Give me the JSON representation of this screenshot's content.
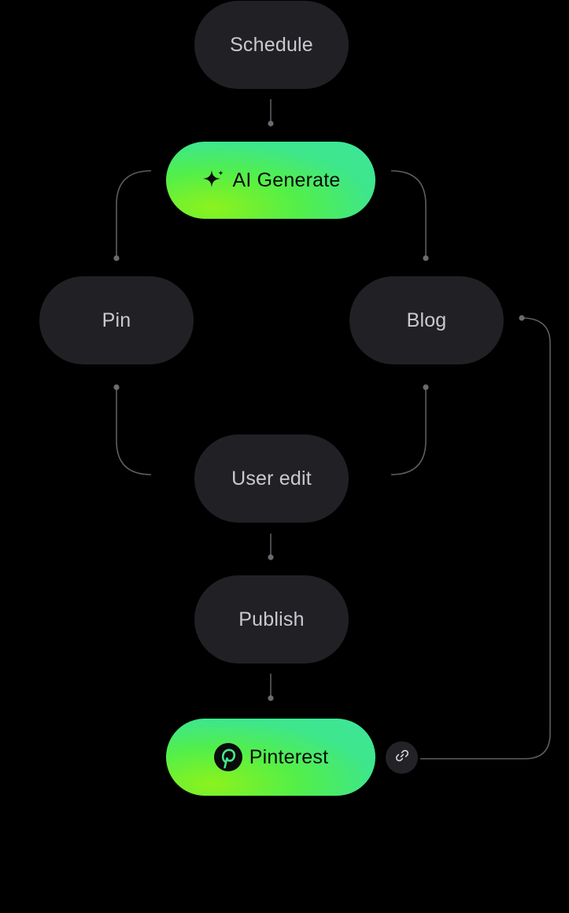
{
  "nodes": {
    "schedule": "Schedule",
    "ai_generate": "AI Generate",
    "pin": "Pin",
    "blog": "Blog",
    "user_edit": "User edit",
    "publish": "Publish",
    "pinterest": "Pinterest"
  },
  "icons": {
    "ai_generate": "sparkle-icon",
    "pinterest": "pinterest-logo-icon",
    "link": "link-icon"
  },
  "colors": {
    "background": "#000000",
    "node_dark": "#212125",
    "node_text": "#c9c9cf",
    "accent_green": "#3de79b",
    "accent_lime": "#8cf21c",
    "connector": "#6a6a70"
  }
}
